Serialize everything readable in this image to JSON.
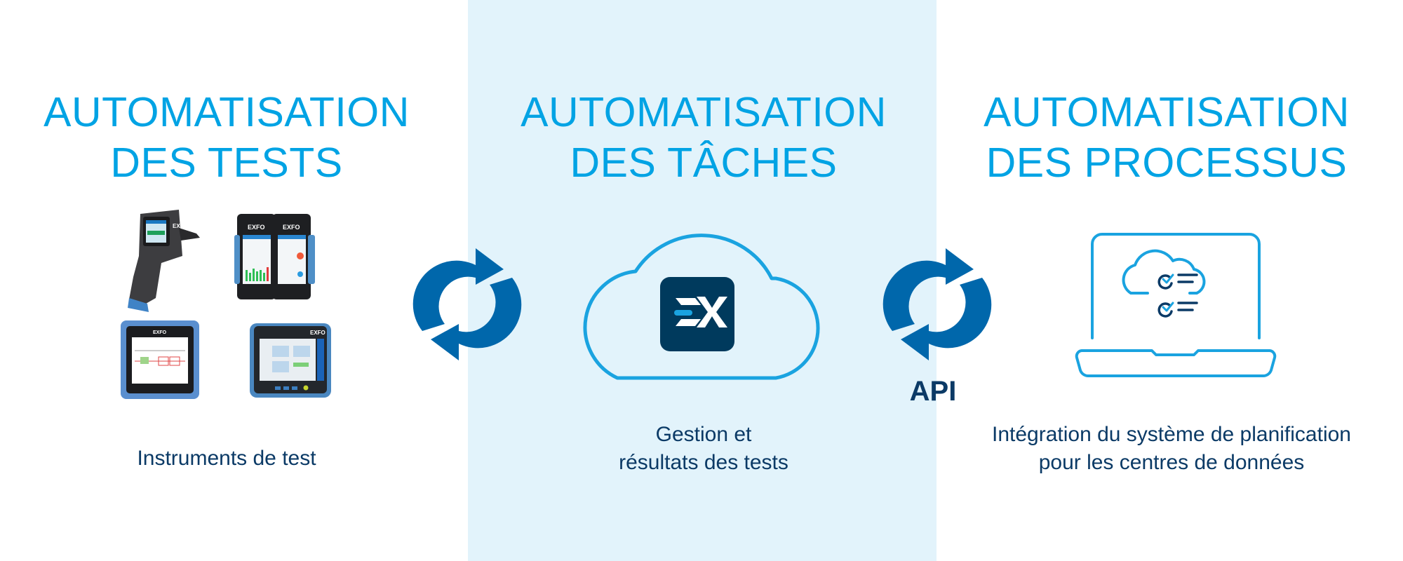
{
  "colors": {
    "heading": "#00A3E4",
    "caption": "#0B3A66",
    "panel_bg": "#E2F3FB",
    "sync_arrows": "#0067AB",
    "outline": "#1AA3E0",
    "logo_bg": "#003A5D"
  },
  "columns": [
    {
      "heading_line1": "AUTOMATISATION",
      "heading_line2": "DES TESTS",
      "illustration": "test-instruments-photo",
      "device_brand": "EXFO",
      "caption_line1": "Instruments de test"
    },
    {
      "heading_line1": "AUTOMATISATION",
      "heading_line2": "DES TÂCHES",
      "illustration": "cloud-icon",
      "logo_text": "EX",
      "caption_line1": "Gestion et",
      "caption_line2": "résultats des tests"
    },
    {
      "heading_line1": "AUTOMATISATION",
      "heading_line2": "DES PROCESSUS",
      "illustration": "laptop-cloud-checklist-icon",
      "caption_line1": "Intégration du système de planification",
      "caption_line2": "pour les centres de données"
    }
  ],
  "connectors": [
    {
      "icon": "sync-arrows-icon",
      "label": ""
    },
    {
      "icon": "sync-arrows-icon",
      "label": "API"
    }
  ]
}
